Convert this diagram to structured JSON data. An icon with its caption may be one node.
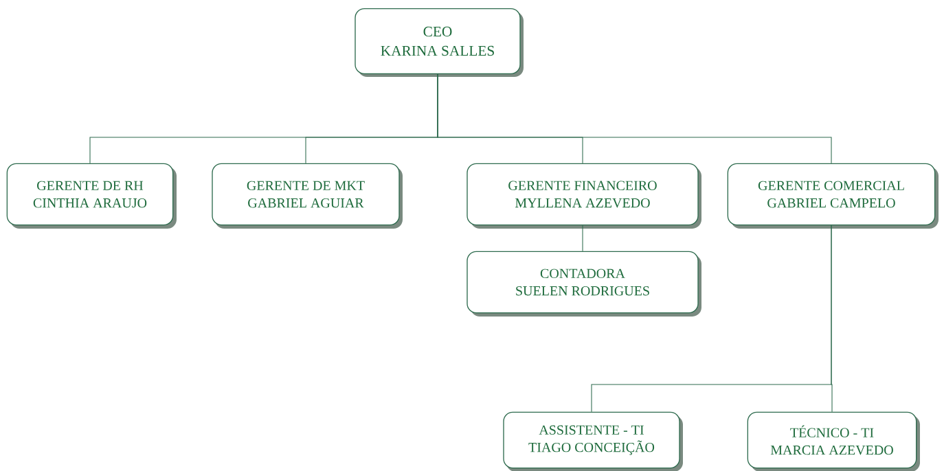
{
  "diagram": {
    "nodes": [
      {
        "text": [
          "CEO",
          "KARINA SALLES"
        ]
      },
      {
        "text": [
          "GERENTE DE RH",
          "CINTHIA ARAUJO"
        ]
      },
      {
        "text": [
          "GERENTE DE MKT",
          "GABRIEL AGUIAR"
        ]
      },
      {
        "text": [
          "GERENTE FINANCEIRO",
          "MYLLENA AZEVEDO"
        ]
      },
      {
        "text": [
          "GERENTE COMERCIAL",
          "GABRIEL CAMPELO"
        ]
      },
      {
        "text": [
          "CONTADORA",
          "SUELEN RODRIGUES"
        ]
      },
      {
        "text": [
          "ASSISTENTE - TI",
          "TIAGO CONCEIÇÃO"
        ]
      },
      {
        "text": [
          "TÉCNICO - TI",
          "MARCIA AZEVEDO"
        ]
      }
    ],
    "edges": [
      {
        "from": 0,
        "to": 1,
        "arrow": "none"
      },
      {
        "from": 0,
        "to": 2,
        "arrow": "none"
      },
      {
        "from": 0,
        "to": 3,
        "arrow": "none"
      },
      {
        "from": 0,
        "to": 4,
        "arrow": "none"
      },
      {
        "from": 3,
        "to": 5,
        "arrow": "none"
      },
      {
        "from": 4,
        "to": 6,
        "arrow": "none"
      },
      {
        "from": 4,
        "to": 7,
        "arrow": "none"
      }
    ]
  }
}
